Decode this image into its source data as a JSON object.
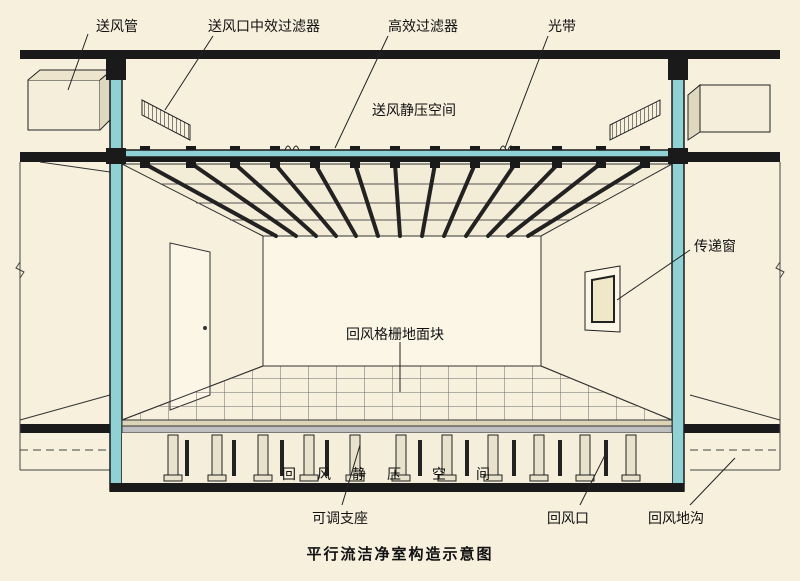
{
  "labels": {
    "supply_duct": "送风管",
    "supply_outlet_medium_filter": "送风口中效过滤器",
    "hepa_filter": "高效过滤器",
    "light_strip": "光带",
    "supply_plenum": "送风静压空间",
    "pass_window": "传递窗",
    "return_grille_floor": "回风格栅地面块",
    "return_plenum": [
      "回",
      "风",
      "静",
      "压",
      "空",
      "间"
    ],
    "adjustable_support": "可调支座",
    "return_outlet": "回风口",
    "return_trench": "回风地沟"
  },
  "caption": "平行流洁净室构造示意图",
  "colors": {
    "background": "#f6f0dd",
    "structure": "#1a1a1a",
    "glass_cyan": "#8fd2d6",
    "line": "#222222"
  }
}
